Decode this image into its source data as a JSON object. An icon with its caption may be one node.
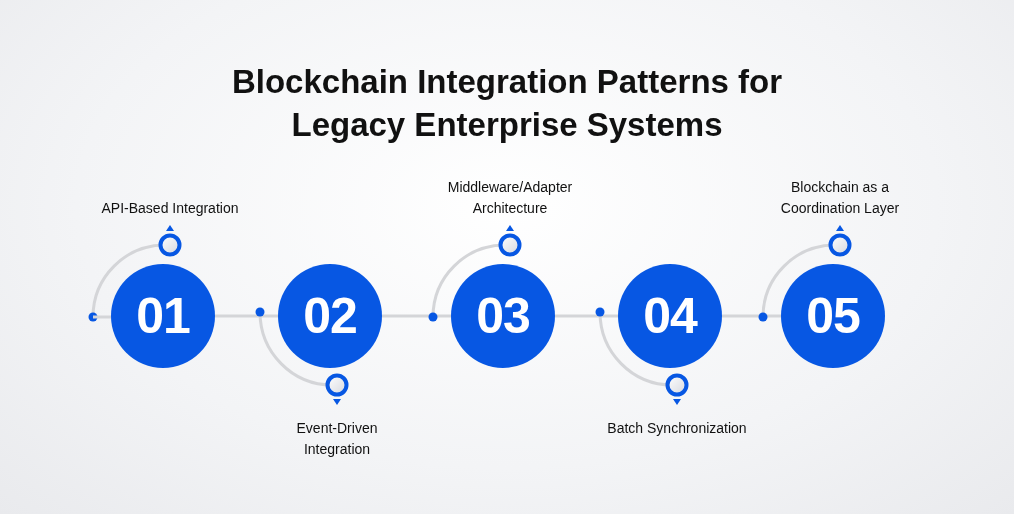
{
  "diagram": {
    "title": "Blockchain Integration Patterns for Legacy Enterprise Systems",
    "nodes": [
      {
        "text": [
          "01"
        ],
        "beside": [
          "API-Based Integration"
        ]
      },
      {
        "text": [
          "02"
        ],
        "beside": [
          "Event-Driven Integration"
        ]
      },
      {
        "text": [
          "03"
        ],
        "beside": [
          "Middleware/Adapter Architecture"
        ]
      },
      {
        "text": [
          "04"
        ],
        "beside": [
          "Batch Synchronization"
        ]
      },
      {
        "text": [
          "05"
        ],
        "beside": [
          "Blockchain as a Coordination Layer"
        ]
      }
    ],
    "edges": [
      {
        "from": 0,
        "to": 1,
        "arrow": "none"
      },
      {
        "from": 1,
        "to": 2,
        "arrow": "none"
      },
      {
        "from": 2,
        "to": 3,
        "arrow": "none"
      },
      {
        "from": 3,
        "to": 4,
        "arrow": "none"
      }
    ]
  }
}
